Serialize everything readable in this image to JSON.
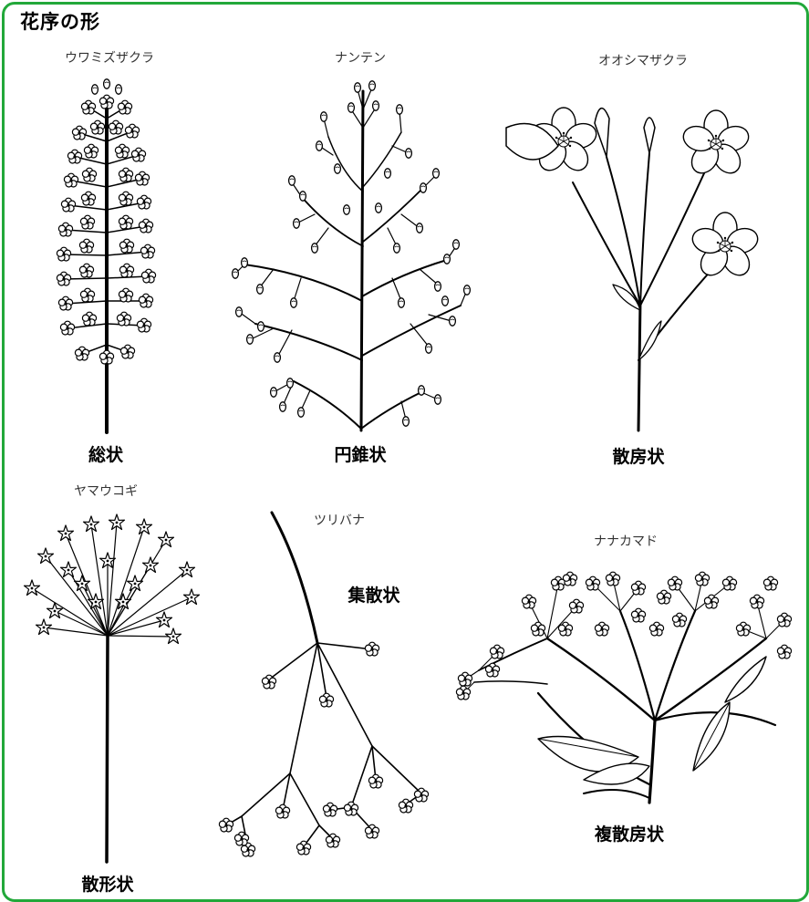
{
  "title": "花序の形",
  "panels": [
    {
      "plant": "ウワミズザクラ",
      "type": "総状"
    },
    {
      "plant": "ナンテン",
      "type": "円錐状"
    },
    {
      "plant": "オオシマザクラ",
      "type": "散房状"
    },
    {
      "plant": "ヤマウコギ",
      "type": "散形状"
    },
    {
      "plant": "ツリバナ",
      "type": "集散状"
    },
    {
      "plant": "ナナカマド",
      "type": "複散房状"
    }
  ],
  "colors": {
    "frame": "#22a83a",
    "ink": "#000000"
  }
}
